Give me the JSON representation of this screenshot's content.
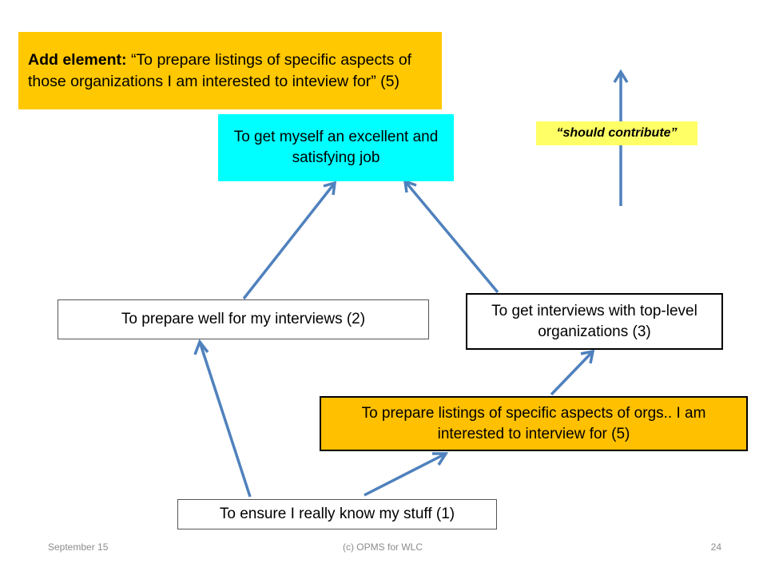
{
  "note": {
    "label": "Add element:",
    "text": "“To prepare listings of specific aspects of those organizations I am interested to inteview for” (5)"
  },
  "goal": {
    "text": "To get myself an excellent and satisfying job"
  },
  "legend": {
    "label": "“should contribute”"
  },
  "nodes": {
    "prepare": "To prepare well for my interviews (2)",
    "interviews": "To get interviews with top-level organizations (3)",
    "listings": "To prepare listings of specific aspects of orgs.. I am interested to interview for (5)",
    "stuff": "To ensure I really know my stuff (1)"
  },
  "footer": {
    "date": "September 15",
    "center": "(c) OPMS for WLC",
    "page": "24"
  },
  "colors": {
    "arrow": "#4f81bd",
    "note_bg": "#ffc800",
    "goal_bg": "#00ffff",
    "legend_bg": "#ffff66",
    "listings_bg": "#ffc000"
  }
}
